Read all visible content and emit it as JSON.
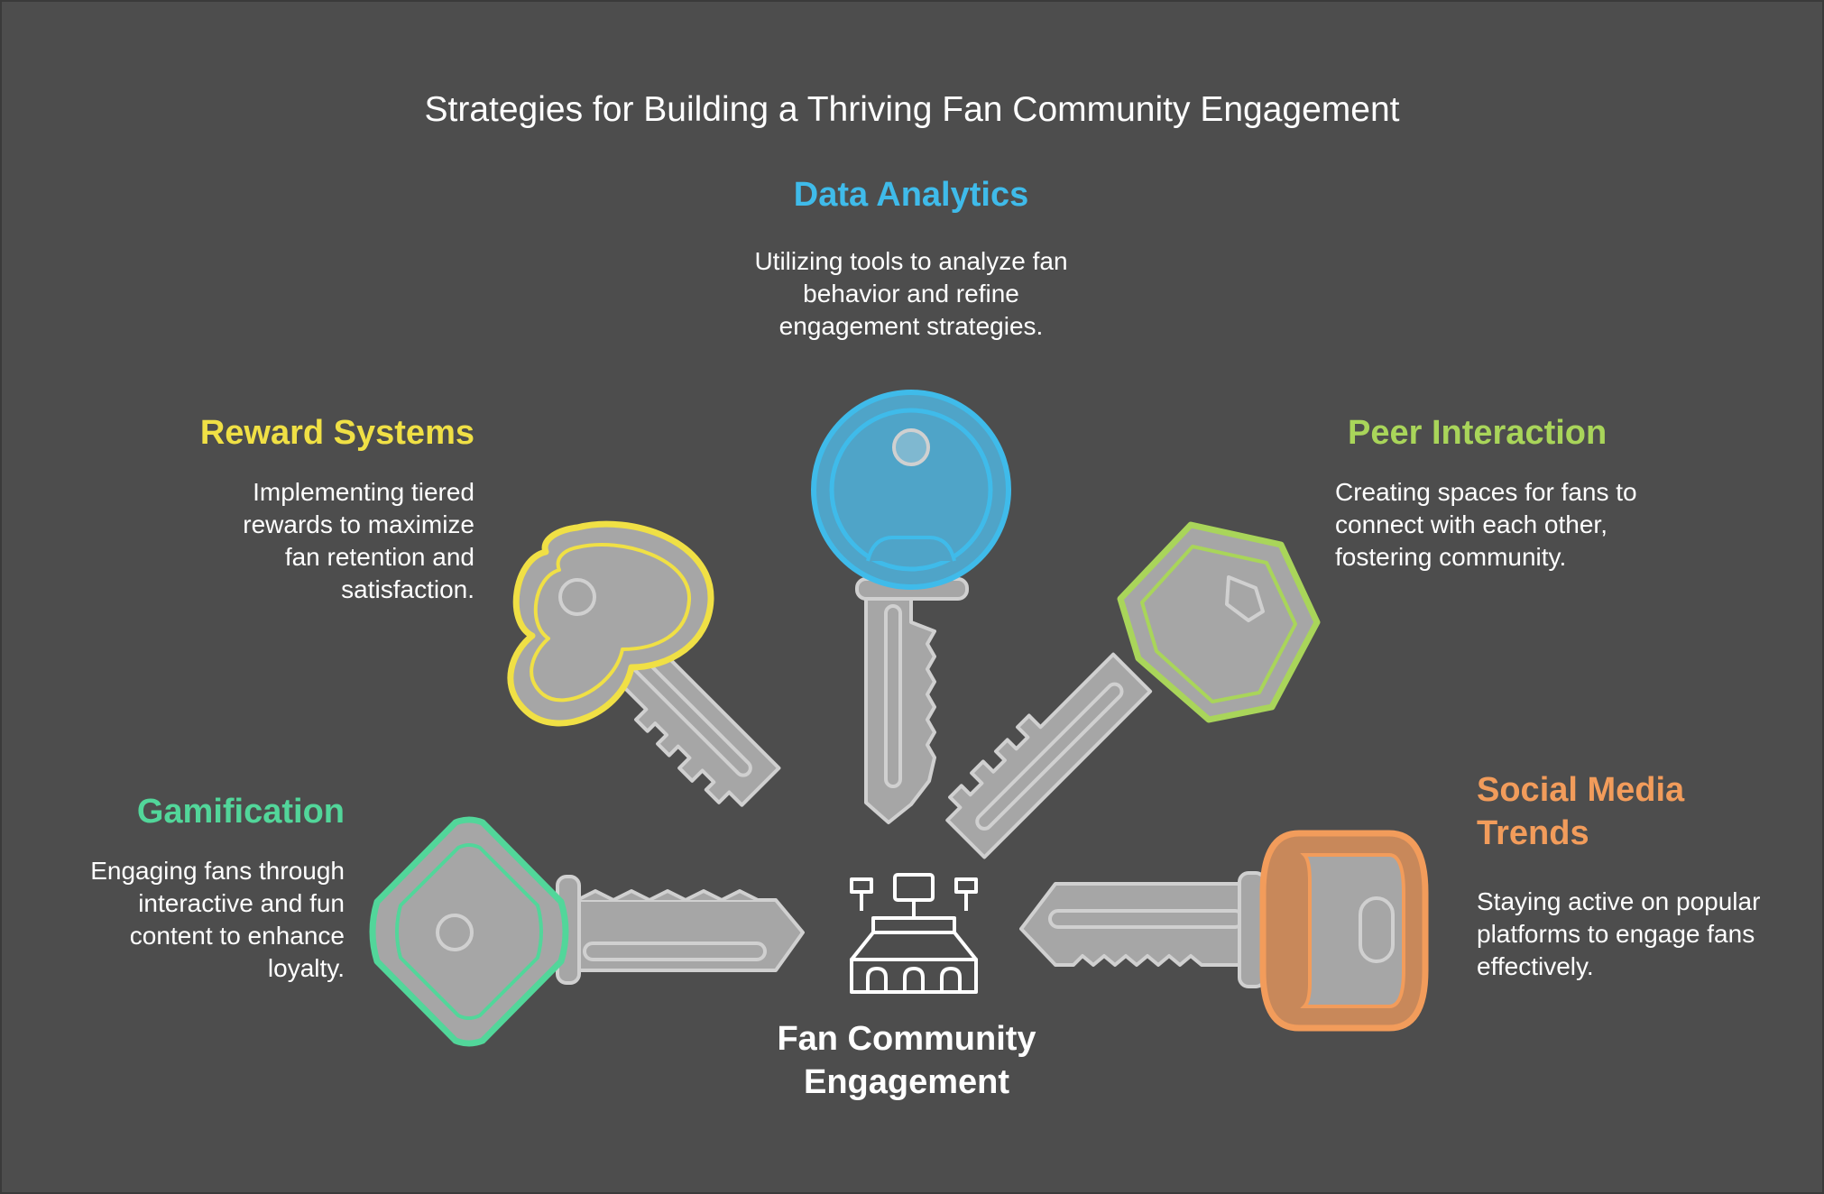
{
  "title": "Strategies for Building a Thriving Fan Community Engagement",
  "center": {
    "label": "Fan Community Engagement",
    "icon": "stadium-icon"
  },
  "strategies": [
    {
      "heading": "Data Analytics",
      "description": "Utilizing tools to analyze fan behavior and refine engagement strategies.",
      "color": "#3fbbea",
      "icon": "key-round-icon"
    },
    {
      "heading": "Reward Systems",
      "description": "Implementing tiered rewards to maximize fan retention and satisfaction.",
      "color": "#f0e045",
      "icon": "key-clover-icon"
    },
    {
      "heading": "Peer Interaction",
      "description": "Creating spaces for fans to connect with each other, fostering community.",
      "color": "#a9d55a",
      "icon": "key-hexagon-icon"
    },
    {
      "heading": "Gamification",
      "description": "Engaging fans through interactive and fun content to enhance loyalty.",
      "color": "#52d69a",
      "icon": "key-diamond-icon"
    },
    {
      "heading": "Social Media Trends",
      "description": "Staying active on popular platforms to engage fans effectively.",
      "color": "#f29c5b",
      "icon": "key-rounded-rect-icon"
    }
  ]
}
